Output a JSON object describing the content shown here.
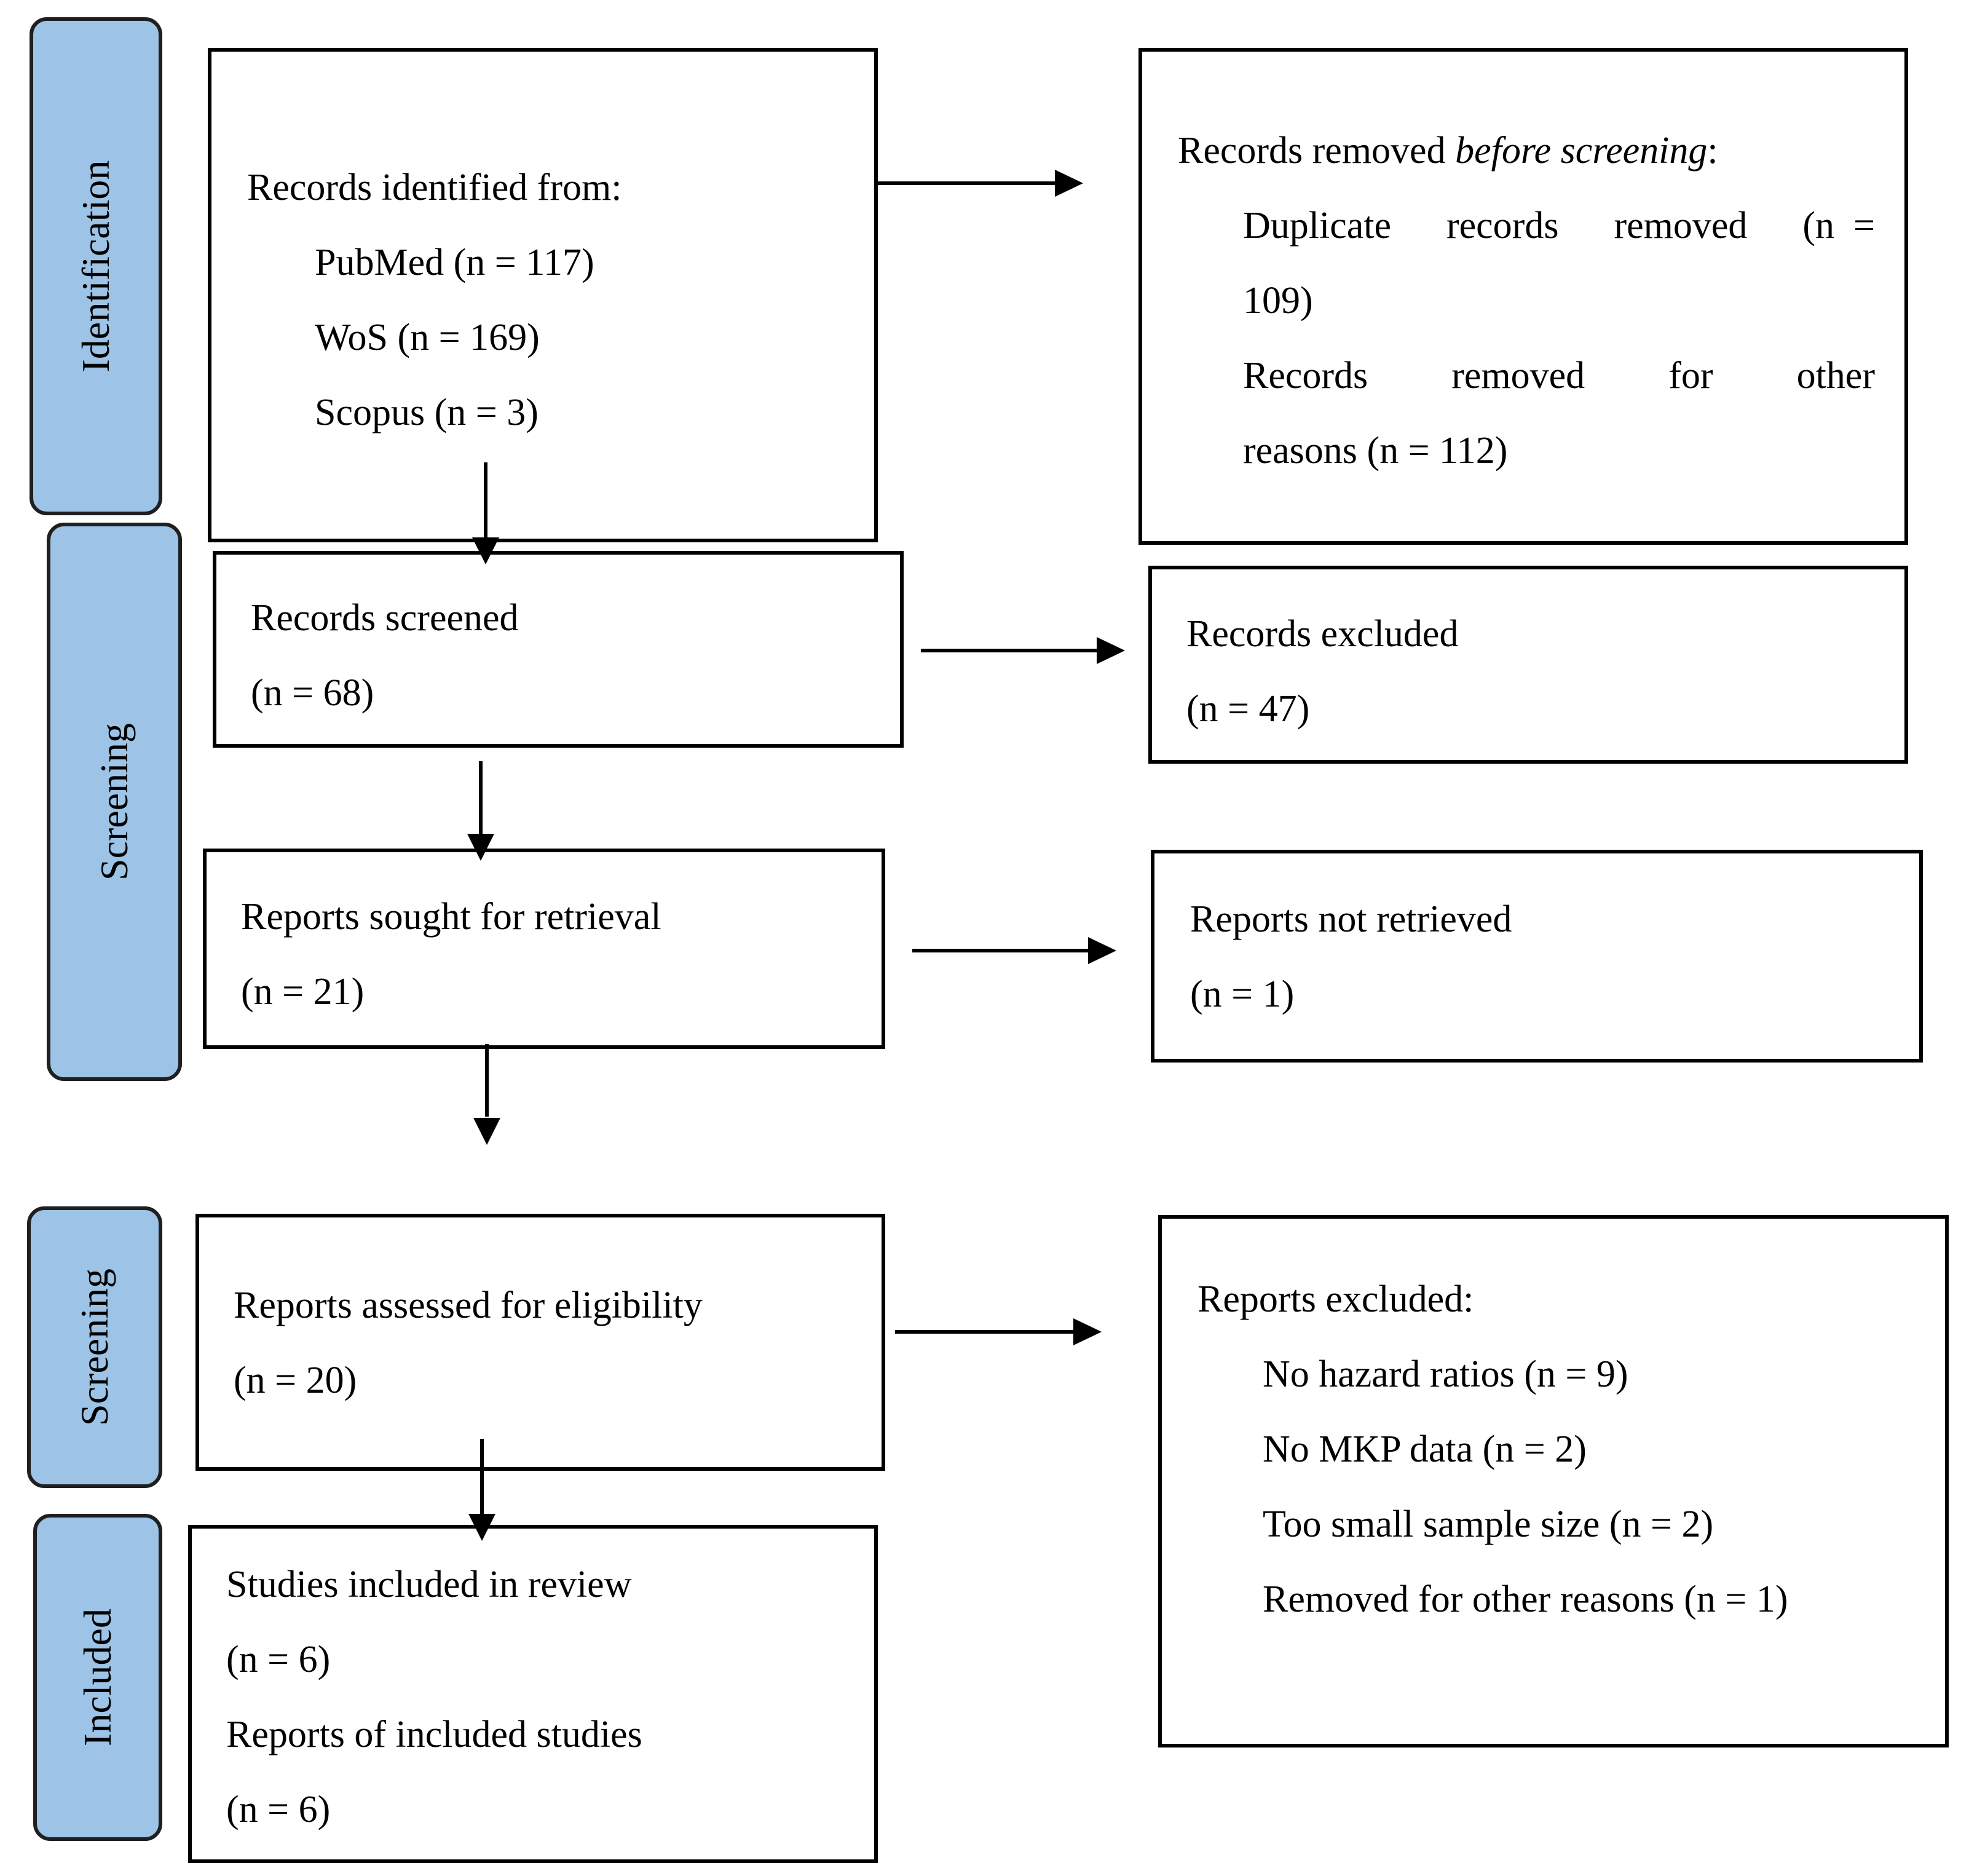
{
  "phases": {
    "identification": "Identification",
    "screening_1": "Screening",
    "screening_2": "Screening",
    "included": "Included"
  },
  "identified": {
    "heading": "Records identified from:",
    "sources": [
      "PubMed (n = 117)",
      "WoS (n = 169)",
      "Scopus (n = 3)"
    ]
  },
  "removed_before_screening": {
    "heading_prefix": "Records removed ",
    "heading_emphasis": "before screening",
    "heading_suffix": ":",
    "duplicate_words": [
      "Duplicate",
      "records",
      "removed",
      "(n",
      "="
    ],
    "duplicate_tail": "109)",
    "other_words": [
      "Records",
      "removed",
      "for",
      "other"
    ],
    "other_tail": "reasons (n = 112)"
  },
  "screened": {
    "title": "Records screened",
    "count": "(n = 68)"
  },
  "excluded_records": {
    "title": "Records excluded",
    "count": "(n = 47)"
  },
  "sought": {
    "title": "Reports sought for retrieval",
    "count": "(n = 21)"
  },
  "not_retrieved": {
    "title": "Reports not retrieved",
    "count": "(n = 1)"
  },
  "assessed": {
    "title": "Reports assessed for eligibility",
    "count": "(n = 20)"
  },
  "excluded_reports": {
    "heading": "Reports excluded:",
    "reasons": [
      "No hazard ratios (n = 9)",
      "No MKP data (n = 2)",
      "Too small sample size (n = 2)",
      "Removed for other reasons (n = 1)"
    ]
  },
  "included": {
    "studies": "Studies included in review",
    "studies_count": "(n = 6)",
    "reports": "Reports of included studies",
    "reports_count": "(n = 6)"
  },
  "colors": {
    "phase_fill": "#9DC3E6",
    "stroke": "#000000"
  }
}
